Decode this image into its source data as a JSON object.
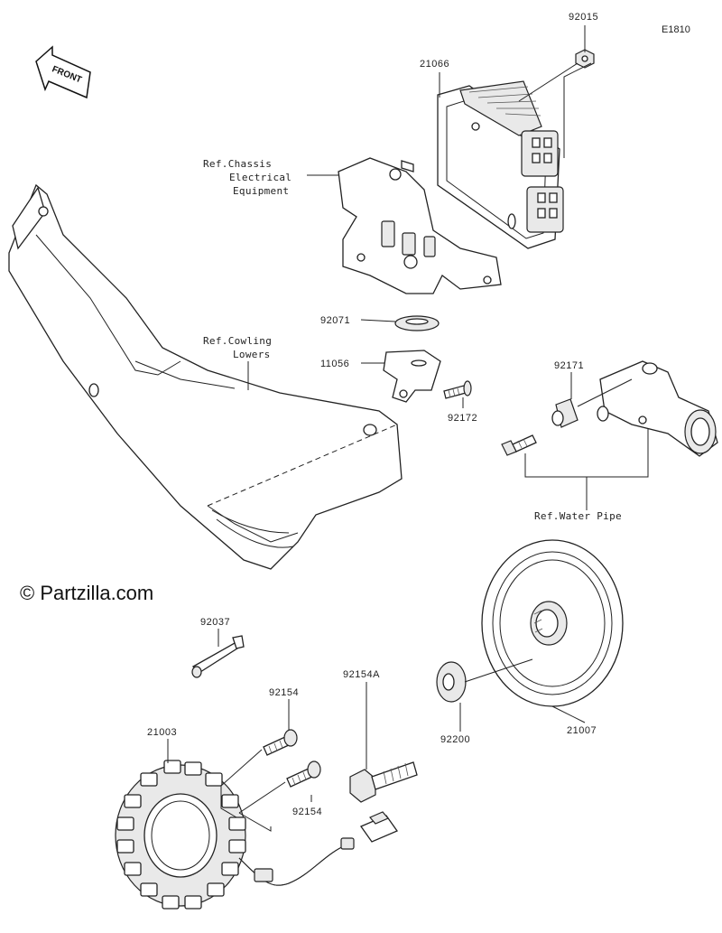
{
  "diagram": {
    "code": "E1810",
    "front_label": "FRONT",
    "watermark": "© Partzilla.com"
  },
  "parts": [
    {
      "number": "92015"
    },
    {
      "number": "21066"
    },
    {
      "number": "92071"
    },
    {
      "number": "11056"
    },
    {
      "number": "92172"
    },
    {
      "number": "92171"
    },
    {
      "number": "92037"
    },
    {
      "number": "92154A"
    },
    {
      "number": "92154"
    },
    {
      "number": "92154"
    },
    {
      "number": "92200"
    },
    {
      "number": "21007"
    },
    {
      "number": "21003"
    }
  ],
  "references": {
    "chassis": [
      "Ref.Chassis",
      "Electrical",
      "Equipment"
    ],
    "cowling": [
      "Ref.Cowling",
      "Lowers"
    ],
    "water_pipe": "Ref.Water Pipe"
  }
}
